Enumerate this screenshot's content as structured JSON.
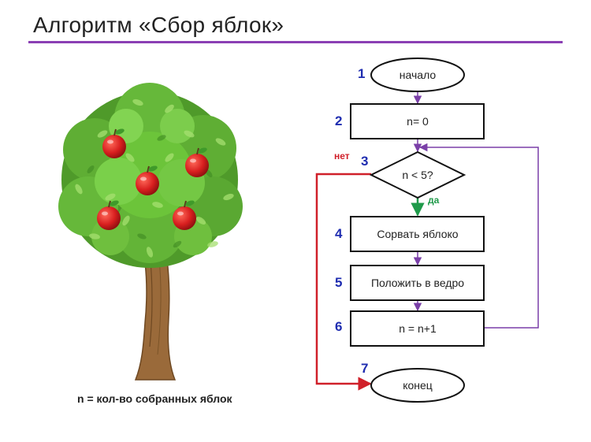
{
  "title": "Алгоритм «Сбор яблок»",
  "caption": "n = кол-во собранных яблок",
  "flowchart": {
    "steps": [
      {
        "number": "1",
        "label": "начало"
      },
      {
        "number": "2",
        "label": "n= 0"
      },
      {
        "number": "3",
        "label": "n < 5?"
      },
      {
        "number": "4",
        "label": "Сорвать яблоко"
      },
      {
        "number": "5",
        "label": "Положить в ведро"
      },
      {
        "number": "6",
        "label": "n = n+1"
      },
      {
        "number": "7",
        "label": "конец"
      }
    ],
    "branch_no": "нет",
    "branch_yes": "да"
  },
  "colors": {
    "title_rule": "#8b3fb4",
    "flow_arrow": "#7a3fa8",
    "no_branch": "#d0202a",
    "yes_branch": "#1f9a4a",
    "step_numbers": "#1f2db0",
    "apple": "#d81f1f",
    "foliage": "#6cc43a",
    "trunk": "#9a6a3a"
  }
}
